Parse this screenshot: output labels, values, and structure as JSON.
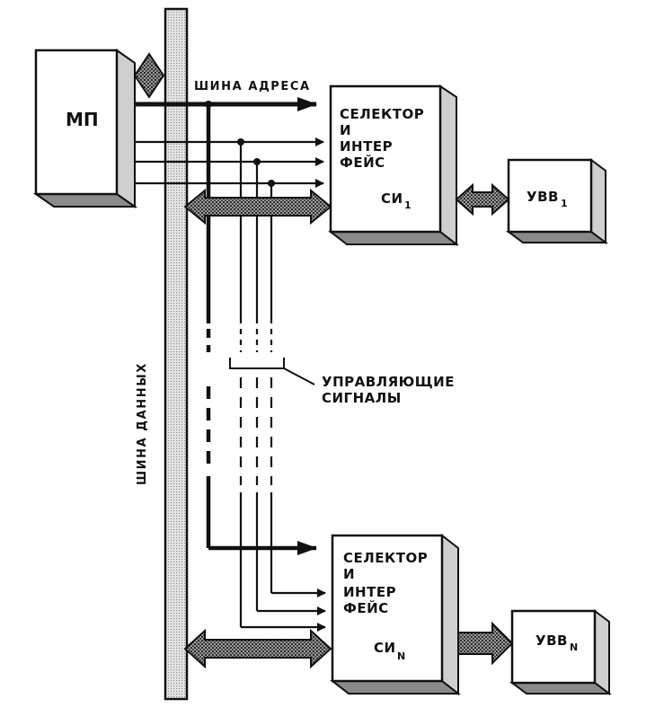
{
  "mp": {
    "label": "МП"
  },
  "bus": {
    "data": "ШИНА ДАННЫХ",
    "address": "ШИНА АДРЕСА"
  },
  "control_signals": {
    "line1": "УПРАВЛЯЮЩИЕ",
    "line2": "СИГНАЛЫ"
  },
  "selector_top": {
    "lines": [
      "СЕЛЕКТОР",
      "И",
      "ИНТЕР",
      "ФЕЙС"
    ],
    "tag": "СИ",
    "index": "1"
  },
  "selector_bottom": {
    "lines": [
      "СЕЛЕКТОР",
      "И",
      "ИНТЕР",
      "ФЕЙС"
    ],
    "tag": "СИ",
    "index": "N"
  },
  "io_top": {
    "tag": "УВВ",
    "index": "1"
  },
  "io_bottom": {
    "tag": "УВВ",
    "index": "N"
  },
  "colors": {
    "ink": "#111111",
    "shade": "#6a6a6a",
    "bus_fill": "#d2d2d2",
    "paper": "#ffffff"
  }
}
